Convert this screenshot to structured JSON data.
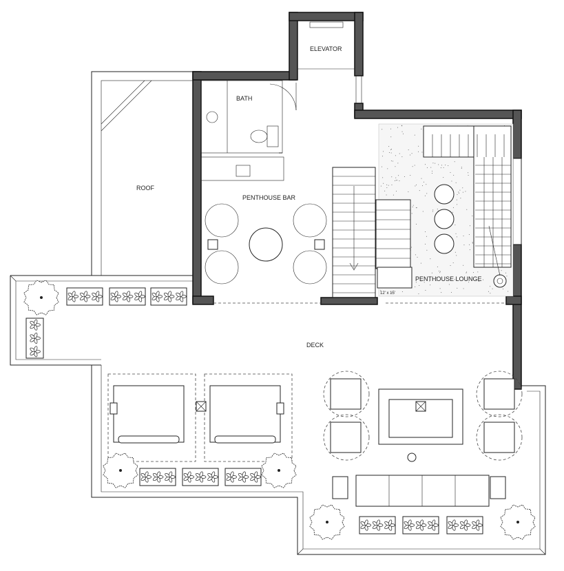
{
  "rooms": {
    "elevator": "ELEVATOR",
    "bath": "BATH",
    "roof": "ROOF",
    "bar": "PENTHOUSE BAR",
    "lounge": "PENTHOUSE LOUNGE",
    "lounge_dimensions": "12' x 15'",
    "deck": "DECK"
  },
  "colors": {
    "walls": "#555555",
    "lines": "#222222",
    "background": "#ffffff"
  }
}
